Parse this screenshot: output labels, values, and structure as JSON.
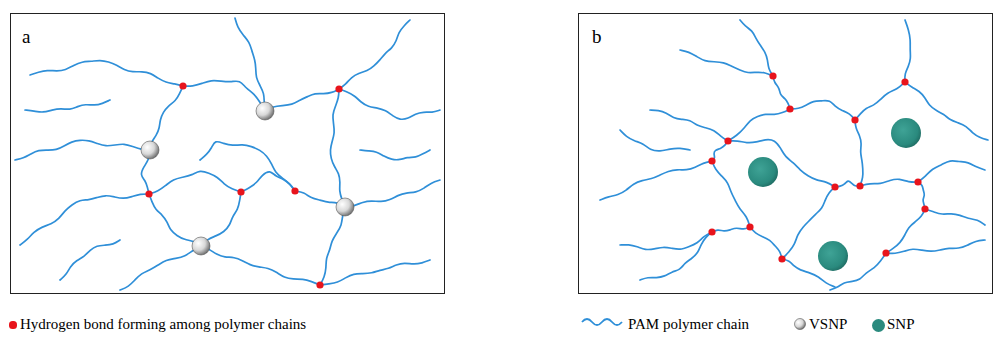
{
  "diagram": {
    "labels": [
      "a",
      "b"
    ],
    "legend": [
      {
        "text": "Hydrogen bond forming among polymer chains",
        "color": "#e8141c"
      },
      {
        "text": "PAM polymer chain"
      },
      {
        "text": "VSNP"
      },
      {
        "text": "SNP",
        "color": "#2a8a7e"
      }
    ]
  }
}
